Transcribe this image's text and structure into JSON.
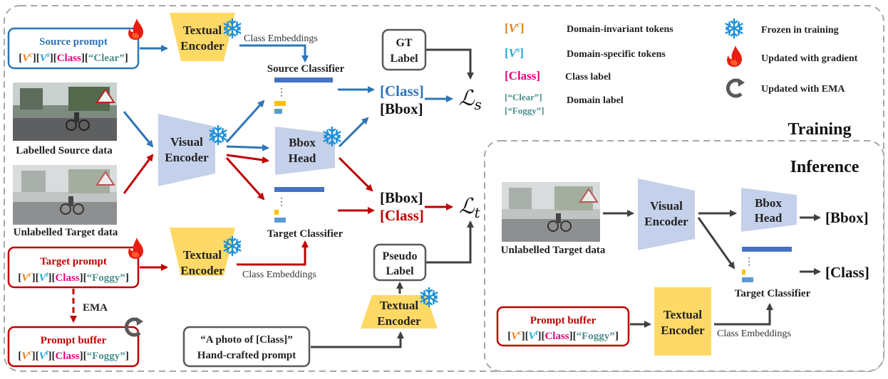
{
  "colors": {
    "blue": "#2e75b6",
    "red": "#c00000",
    "dark": "#404040",
    "yellow_block": "#ffd966",
    "lavender_block": "#c5d1ea",
    "orange_token": "#e37f1c",
    "cyan_token": "#20a7d8",
    "magenta_class": "#e6007e",
    "teal_domain": "#4e8f8a",
    "bar_blue": "#4472c4",
    "bar_yellow": "#ffc000",
    "bar_lightblue": "#5b9bd5"
  },
  "training": {
    "section_label": "Training",
    "source_prompt": {
      "title": "Source prompt",
      "tokens": [
        "[",
        "V",
        "c",
        "][",
        "V",
        "s",
        "][",
        "Class",
        "][",
        "“Clear”",
        "]"
      ]
    },
    "target_prompt": {
      "title": "Target prompt",
      "tokens": [
        "[",
        "V",
        "c",
        "][",
        "V",
        "t",
        "][",
        "Class",
        "][",
        "“Foggy”",
        "]"
      ]
    },
    "prompt_buffer": {
      "title": "Prompt buffer",
      "tokens": [
        "[",
        "V",
        "c",
        "][",
        "V",
        "t",
        "][",
        "Class",
        "][",
        "“Foggy”",
        "]"
      ]
    },
    "ema_label": "EMA",
    "textual_encoder_top": [
      "Textual",
      "Encoder"
    ],
    "textual_encoder_bottom": [
      "Textual",
      "Encoder"
    ],
    "textual_encoder_pseudo": [
      "Textual",
      "Encoder"
    ],
    "class_embeddings_top": "Class Embeddings",
    "class_embeddings_bottom": "Class Embeddings",
    "visual_encoder": [
      "Visual",
      "Encoder"
    ],
    "bbox_head": [
      "Bbox",
      "Head"
    ],
    "source_classifier": "Source Classifier",
    "target_classifier": "Target Classifier",
    "gt_label": [
      "GT",
      "Label"
    ],
    "pseudo_label": [
      "Pseudo",
      "Label"
    ],
    "labelled_source": "Labelled Source data",
    "unlabelled_target": "Unlabelled Target data",
    "source_outputs": [
      "[Class]",
      "[Bbox]"
    ],
    "target_outputs": [
      "[Bbox]",
      "[Class]"
    ],
    "loss_s": {
      "symbol": "ℒ",
      "sub": "s"
    },
    "loss_t": {
      "symbol": "ℒ",
      "sub": "t"
    },
    "handcrafted": [
      "“A photo of [Class]”",
      "Hand-crafted prompt"
    ],
    "dots": "⋮"
  },
  "legend": [
    {
      "token": [
        "[",
        "V",
        "c",
        "]"
      ],
      "label": "Domain-invariant tokens"
    },
    {
      "token": [
        "[",
        "V",
        "s",
        "]"
      ],
      "label": "Domain-specific tokens"
    },
    {
      "token": [
        "[",
        "Class",
        "]"
      ],
      "label": "Class label"
    },
    {
      "token": [
        "[“Clear”]",
        "[“Foggy”]"
      ],
      "label": "Domain label"
    }
  ],
  "legend_icons": [
    {
      "icon": "snowflake-icon",
      "label": "Frozen in training"
    },
    {
      "icon": "flame-icon",
      "label": "Updated with gradient"
    },
    {
      "icon": "ema-arrow-icon",
      "label": "Updated with EMA"
    }
  ],
  "inference": {
    "section_label": "Inference",
    "unlabelled_target": "Unlabelled Target data",
    "visual_encoder": [
      "Visual",
      "Encoder"
    ],
    "bbox_head": [
      "Bbox",
      "Head"
    ],
    "bbox_out": "[Bbox]",
    "class_out": "[Class]",
    "target_classifier": "Target Classifier",
    "prompt_buffer": {
      "title": "Prompt buffer",
      "tokens": [
        "[",
        "V",
        "c",
        "][",
        "V",
        "t",
        "][",
        "Class",
        "][",
        "“Foggy”",
        "]"
      ]
    },
    "textual_encoder": [
      "Textual",
      "Encoder"
    ],
    "class_embeddings": "Class Embeddings",
    "dots": "⋮"
  }
}
